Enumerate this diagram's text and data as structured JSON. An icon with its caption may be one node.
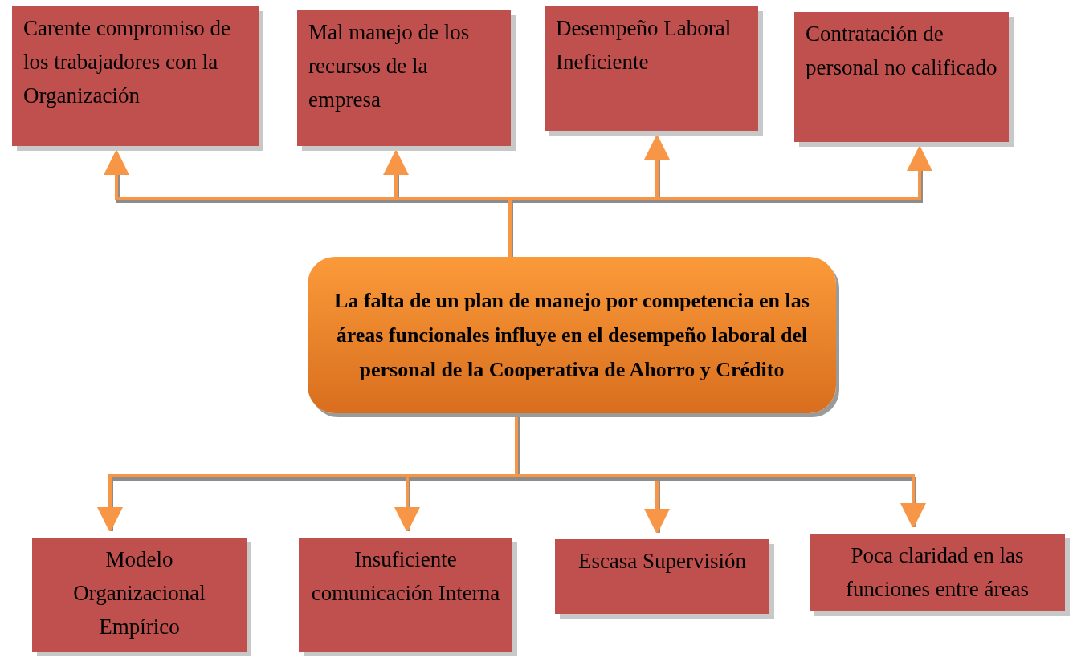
{
  "diagram": {
    "nodes": [
      {
        "text": [
          "Carente compromiso de los trabajadores con la Organización"
        ]
      },
      {
        "text": [
          "Mal manejo de los recursos de la empresa"
        ]
      },
      {
        "text": [
          "Desempeño Laboral Ineficiente"
        ]
      },
      {
        "text": [
          "Contratación de personal no calificado"
        ]
      },
      {
        "text": [
          "La falta de un plan de manejo por competencia en las áreas funcionales influye en el desempeño laboral del personal de la Cooperativa de Ahorro y Crédito"
        ]
      },
      {
        "text": [
          "Modelo Organizacional Empírico"
        ]
      },
      {
        "text": [
          "Insuficiente comunicación Interna"
        ]
      },
      {
        "text": [
          "Escasa Supervisión"
        ]
      },
      {
        "text": [
          "Poca claridad en las funciones entre áreas"
        ]
      }
    ],
    "edges": [
      {
        "from": 4,
        "to": 0,
        "arrow": "to"
      },
      {
        "from": 4,
        "to": 1,
        "arrow": "to"
      },
      {
        "from": 4,
        "to": 2,
        "arrow": "to"
      },
      {
        "from": 4,
        "to": 3,
        "arrow": "to"
      },
      {
        "from": 4,
        "to": 5,
        "arrow": "to"
      },
      {
        "from": 4,
        "to": 6,
        "arrow": "to"
      },
      {
        "from": 4,
        "to": 7,
        "arrow": "to"
      },
      {
        "from": 4,
        "to": 8,
        "arrow": "to"
      }
    ]
  }
}
